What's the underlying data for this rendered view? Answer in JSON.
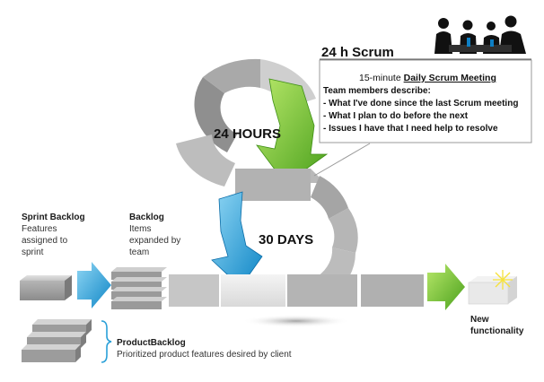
{
  "colors": {
    "green_arrow": "#6cc02c",
    "blue_arrow": "#1a9fdc",
    "gray_dark": "#8a8a8a",
    "gray_light": "#d2d2d2",
    "bracket": "#2aa0d8"
  },
  "scrum_box": {
    "title": "24 h Scrum",
    "line1_prefix": "15-minute ",
    "line1_link": "Daily Scrum Meeting",
    "line2": "Team members describe:",
    "items": [
      "- What I've done since the last Scrum meeting",
      "- What I plan to do before the next",
      "- Issues I have that I need help to resolve"
    ],
    "people_icon": "meeting-people-icon"
  },
  "cycles": {
    "daily_label": "24 HOURS",
    "sprint_label": "30 DAYS"
  },
  "sprint_backlog": {
    "title": "Sprint Backlog",
    "lines": [
      "Features",
      "assigned to",
      "sprint"
    ]
  },
  "backlog": {
    "title": "Backlog",
    "lines": [
      "Items",
      "expanded by",
      "team"
    ]
  },
  "product_backlog": {
    "title": "ProductBacklog",
    "desc": "Prioritized product features desired by client"
  },
  "new_functionality": {
    "lines": [
      "New",
      "functionality"
    ],
    "icon": "sparkle-icon"
  }
}
